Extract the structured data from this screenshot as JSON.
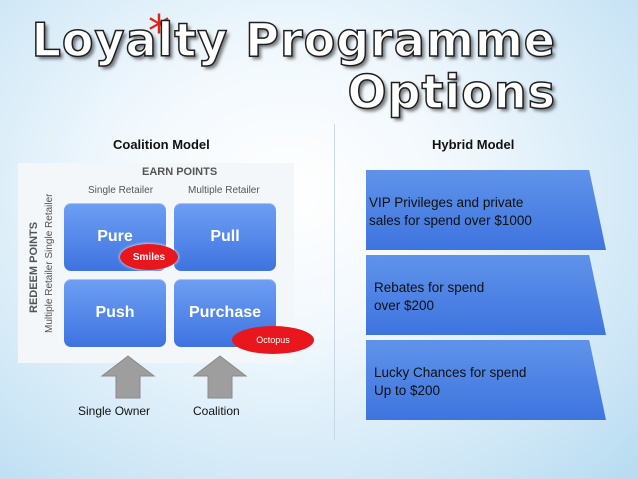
{
  "slide": {
    "bullet": "*",
    "title_line1": "Loyalty Programme",
    "title_line2": "Options"
  },
  "coalition": {
    "title": "Coalition Model",
    "earn_points": "EARN POINTS",
    "col_single": "Single Retailer",
    "col_multiple": "Multiple Retailer",
    "redeem_points": "REDEEM POINTS",
    "row_labels": "Multiple Retailer  Single Retailer",
    "quadrants": {
      "pure": "Pure",
      "pull": "Pull",
      "push": "Push",
      "purchase": "Purchase"
    },
    "smiles": "Smiles",
    "octopus": "Octopus",
    "single_owner": "Single Owner",
    "coalition_label": "Coalition",
    "arrow_color": "#9e9e9e"
  },
  "hybrid": {
    "title": "Hybrid Model",
    "tiers": [
      {
        "line1": "VIP Privileges  and private",
        "line2": "sales  for spend over $1000"
      },
      {
        "line1": "Rebates for spend",
        "line2": "over $200"
      },
      {
        "line1": "Lucky Chances for spend",
        "line2": "Up to $200"
      }
    ]
  },
  "colors": {
    "accent_red": "#e2231a",
    "tier_blue": "#4a7fe3"
  }
}
